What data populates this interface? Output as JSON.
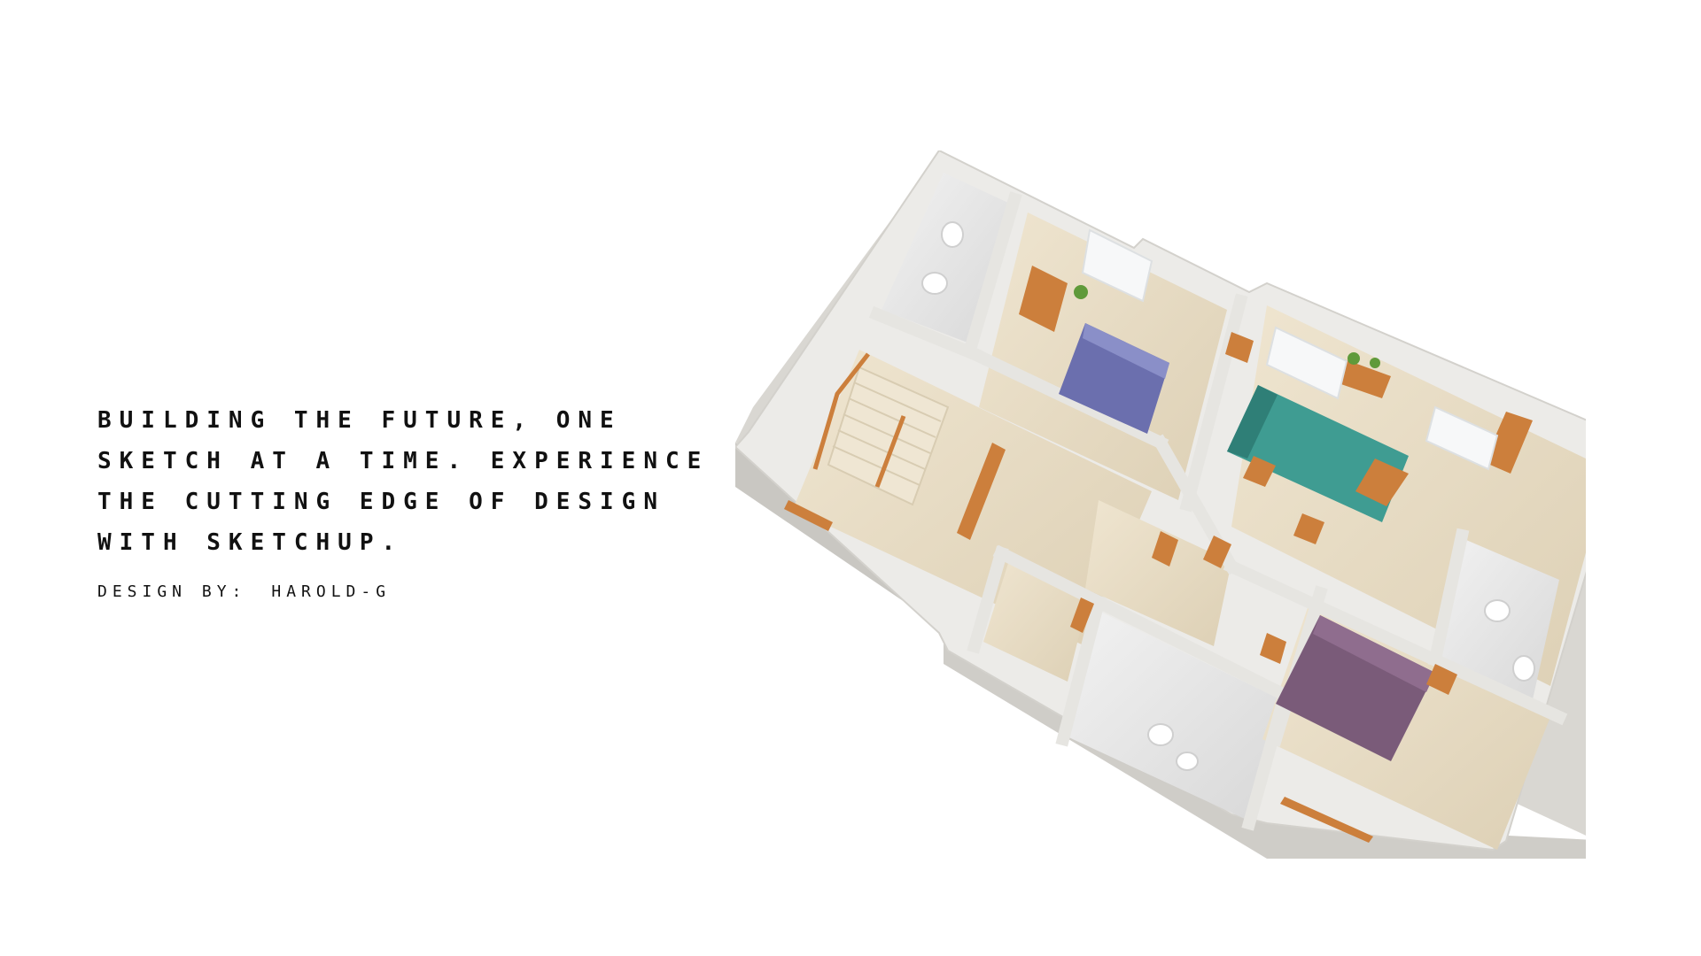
{
  "tagline": {
    "line1": "Building the future, one",
    "line2": "sketch at a time. Experience",
    "line3": "the cutting edge of design",
    "line4": "with SketchUp."
  },
  "credit": {
    "label": "Design by:",
    "author": "Harold-G"
  },
  "floor_plan": {
    "image": "3d-isometric-house-floor-plan",
    "rooms": [
      "bathroom",
      "bedroom-blue",
      "bedroom-teal",
      "ensuite",
      "staircase",
      "closet",
      "bathroom-2",
      "bedroom-purple"
    ],
    "colors": {
      "wall": "#ecebe8",
      "wall_shade": "#d9d7d2",
      "floor": "#e8dcc4",
      "bath_floor": "#e4e4e4",
      "bed_blue": "#6b6fae",
      "bed_teal": "#3f9c92",
      "bed_purple": "#7a5b79",
      "wood": "#cc7f3c"
    }
  }
}
